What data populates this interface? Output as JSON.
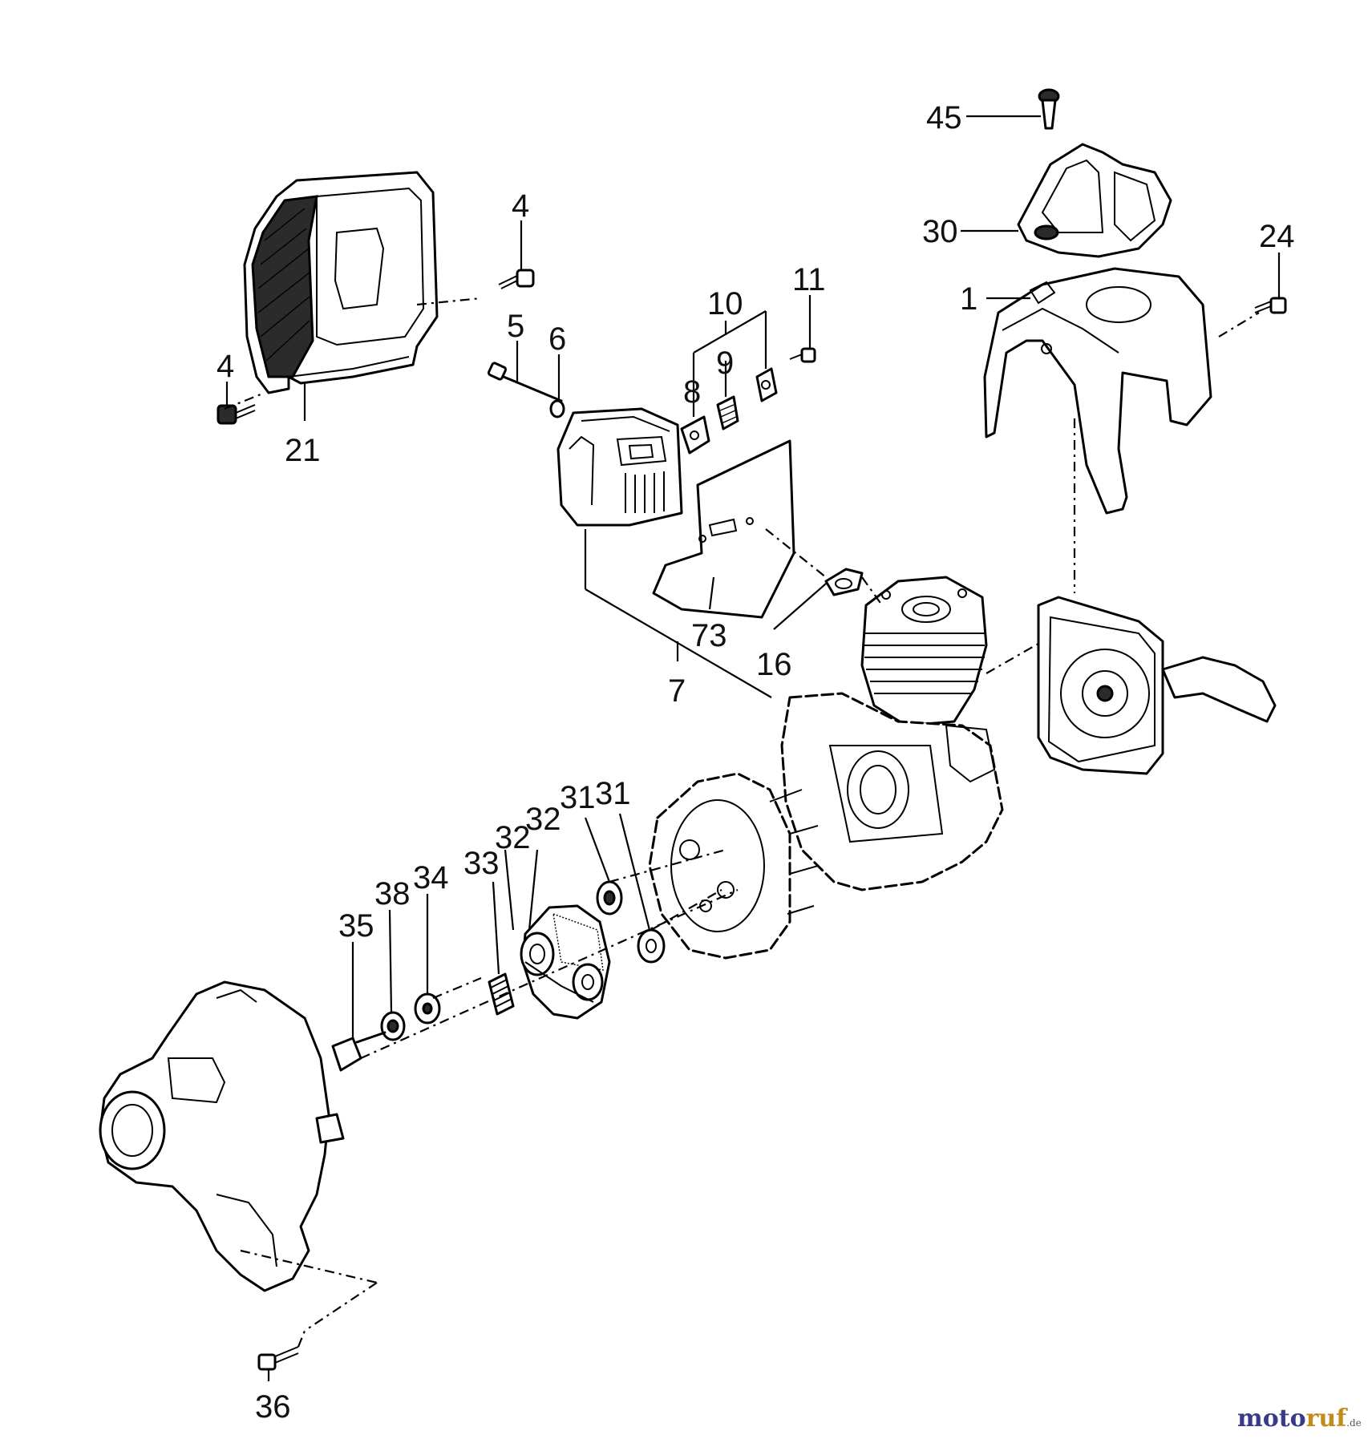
{
  "labels": {
    "l45": "45",
    "l30": "30",
    "l24": "24",
    "l1": "1",
    "l4a": "4",
    "l4b": "4",
    "l21": "21",
    "l5": "5",
    "l6": "6",
    "l10": "10",
    "l8": "8",
    "l9": "9",
    "l11": "11",
    "l73": "73",
    "l16": "16",
    "l7": "7",
    "l31a": "31",
    "l31b": "31",
    "l32a": "32",
    "l32b": "32",
    "l33": "33",
    "l34": "34",
    "l38": "38",
    "l35": "35",
    "l36": "36"
  },
  "watermark": {
    "part1": "moto",
    "part2": "ruf",
    "suffix": ".de"
  }
}
